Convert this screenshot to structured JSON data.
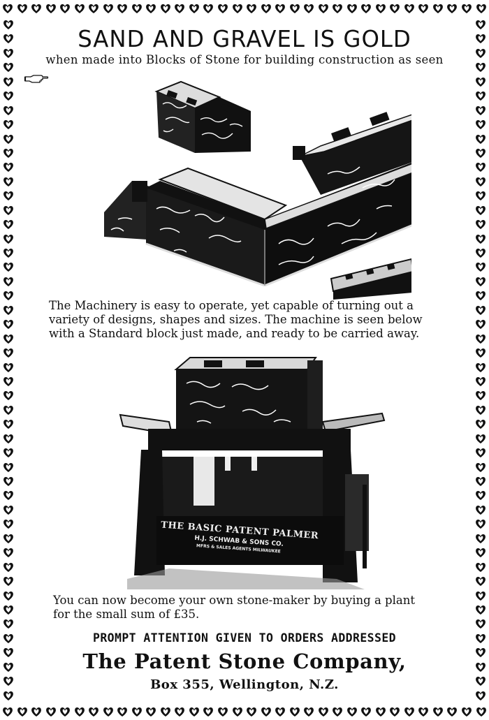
{
  "headline": "SAND AND GRAVEL IS GOLD",
  "subheadline": "when made into Blocks of Stone for building construction as seen",
  "body": {
    "paragraph1_line1": "The Machinery is easy to operate, yet capable of turning out a",
    "paragraph1_line2": "variety of designs, shapes and sizes.  The machine is seen below",
    "paragraph1_line3": "with a Standard block just made, and ready to be carried away.",
    "paragraph2_line1": "You can now become your own stone-maker by buying a plant",
    "paragraph2_line2": "for the small sum of £35."
  },
  "machine_plate": {
    "line1": "THE BASIC PATENT PALMER",
    "line2": "H.J. SCHWAB & SONS CO.",
    "line3": "MFRS & SALES AGENTS  MILWAUKEE"
  },
  "footer": {
    "prompt": "PROMPT ATTENTION GIVEN TO ORDERS ADDRESSED",
    "company": "The Patent Stone Company,",
    "address": "Box 355, Wellington, N.Z."
  },
  "icons": {
    "pointing_hand": "pointing-hand-icon",
    "border_ornament": "heart-leaf-ornament-icon"
  },
  "colors": {
    "ink": "#111111",
    "paper": "#ffffff"
  }
}
